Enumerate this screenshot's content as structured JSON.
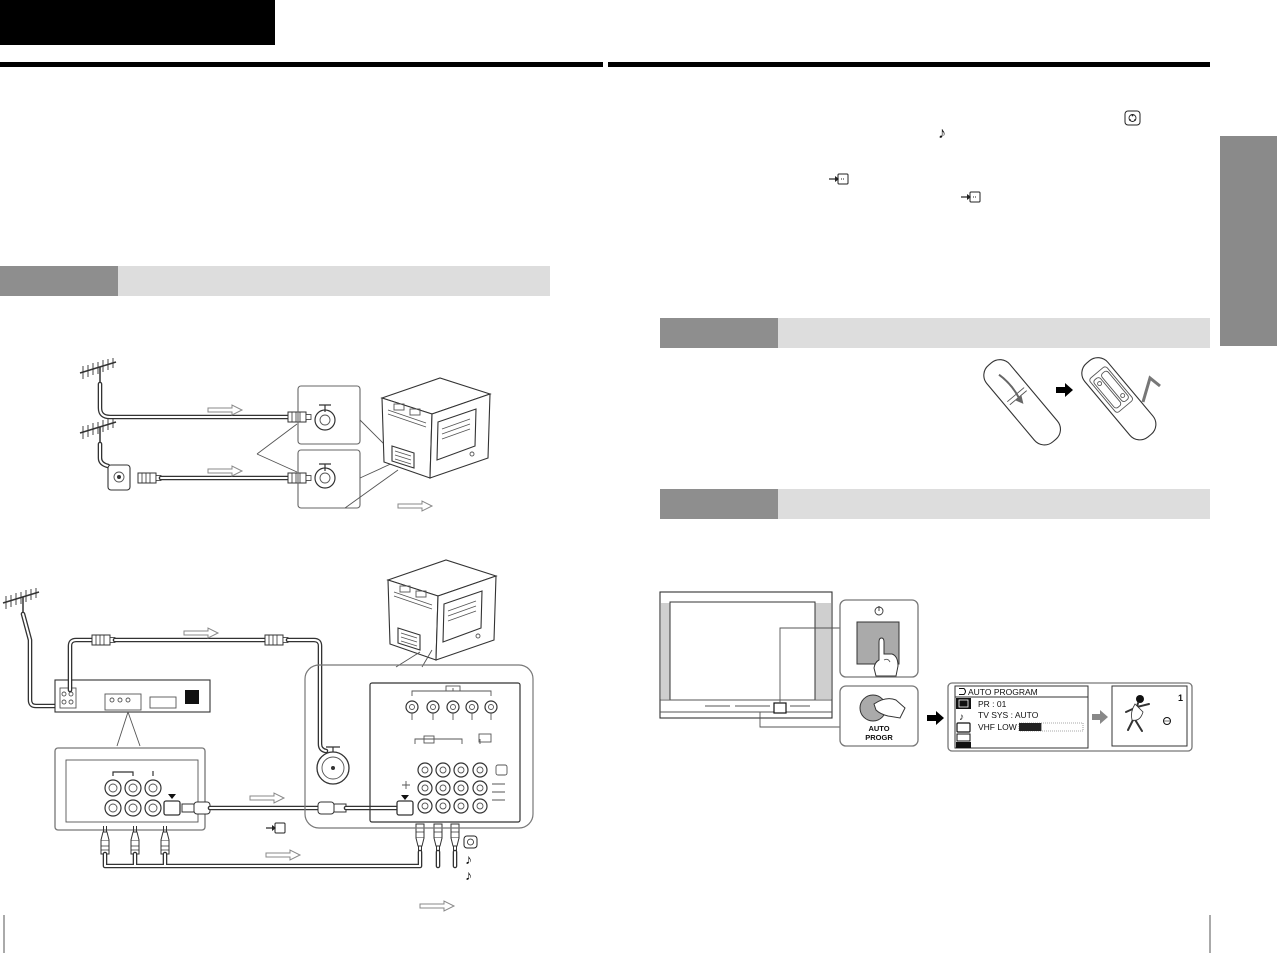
{
  "colors": {
    "header_block": "#000000",
    "rule": "#000000",
    "section_bar_dark": "#8e8e8e",
    "section_bar_light": "#dddddd",
    "side_tab": "#8a8a8a"
  },
  "icons": [
    "sound-icon",
    "music-note-icon",
    "video-input-icon",
    "power-icon",
    "antenna-icon",
    "hand-icon",
    "arrow-icon"
  ],
  "auto_program_button": {
    "label_line1": "AUTO",
    "label_line2": "PROGR"
  },
  "osd": {
    "title": "AUTO PROGRAM",
    "lines": [
      "PR : 01",
      "TV SYS : AUTO",
      "VHF LOW"
    ],
    "scan_progress": 0.35
  },
  "picture": {
    "programme_number": "1"
  }
}
